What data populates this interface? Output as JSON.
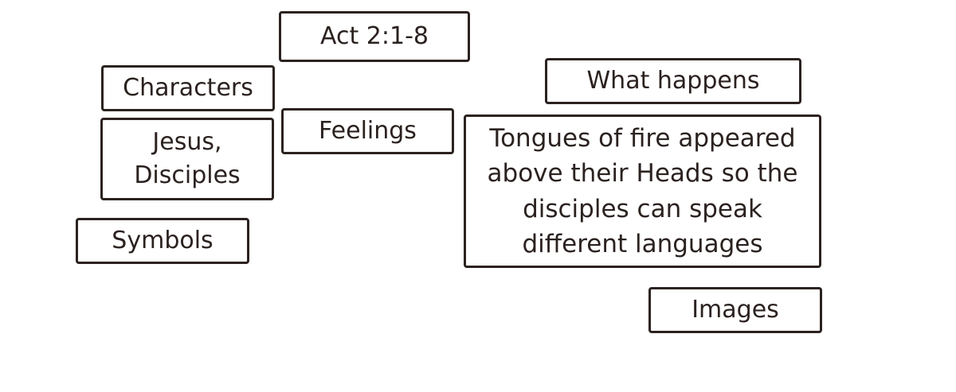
{
  "boxes": {
    "title": "Act 2:1-8",
    "characters_heading": "Characters",
    "characters_content": "Jesus,\nDisciples",
    "feelings_heading": "Feelings",
    "symbols_heading": "Symbols",
    "what_happens_heading": "What happens",
    "what_happens_content": "Tongues of fire appeared\nabove their Heads so the\ndisciples can speak\ndifferent languages",
    "images_heading": "Images"
  },
  "colors": {
    "border": "#2b2220",
    "text": "#2b2220",
    "background": "#ffffff"
  }
}
